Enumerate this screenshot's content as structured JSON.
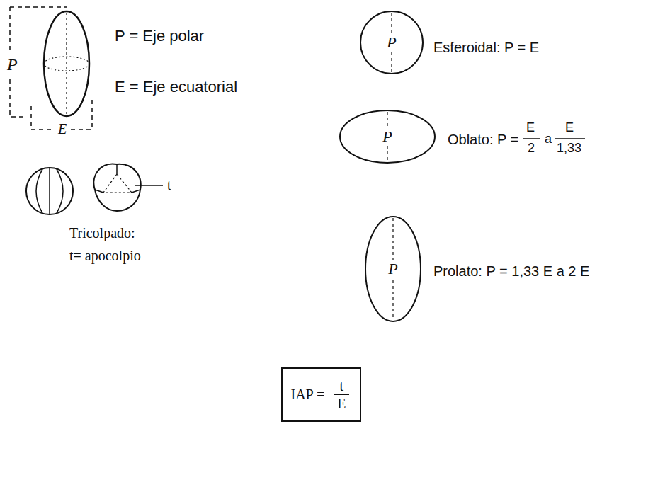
{
  "diagram": {
    "nodes": [
      {
        "text": [
          "P"
        ]
      },
      {
        "text": [
          "P"
        ]
      },
      {
        "text": [
          "P"
        ]
      },
      {
        "text": [
          "IAP =",
          "t",
          "E"
        ]
      }
    ],
    "labels": [
      "P",
      "P = Eje polar",
      "E = Eje ecuatorial",
      "E",
      "t",
      "Tricolpado:",
      "t= apocolpio",
      "Esferoidal: P = E",
      "Oblato: P =",
      "E",
      "2",
      "a",
      "E",
      "1,33",
      "Prolato: P = 1,33 E a 2 E"
    ]
  }
}
